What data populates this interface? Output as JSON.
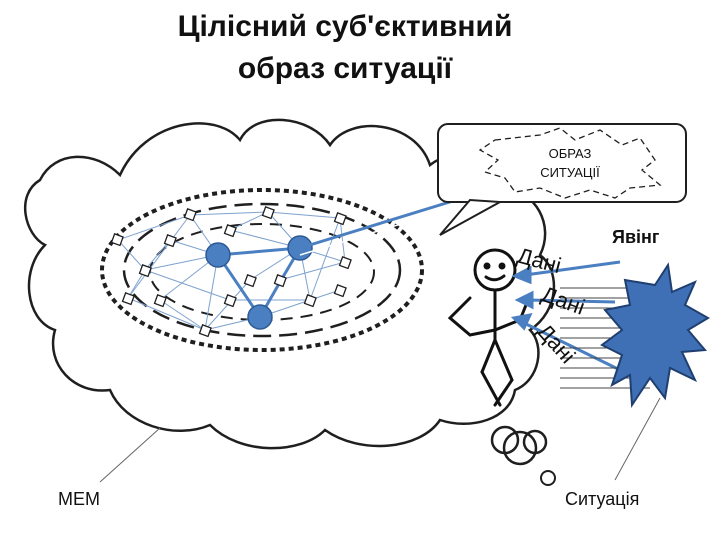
{
  "title": {
    "line1": "Цілісний суб'єктивний",
    "line2": "образ ситуації"
  },
  "callout": {
    "line1": "ОБРАЗ",
    "line2": "СИТУАЦІЇ"
  },
  "labels": {
    "phenomenon": "Явінг",
    "data": "Дані",
    "mem": "МЕМ",
    "situation": "Ситуація"
  },
  "colors": {
    "node": "#4a7fc1",
    "edge": "#7ea2cf",
    "outline": "#1f1f1f",
    "burst": "#3f6fb5"
  }
}
